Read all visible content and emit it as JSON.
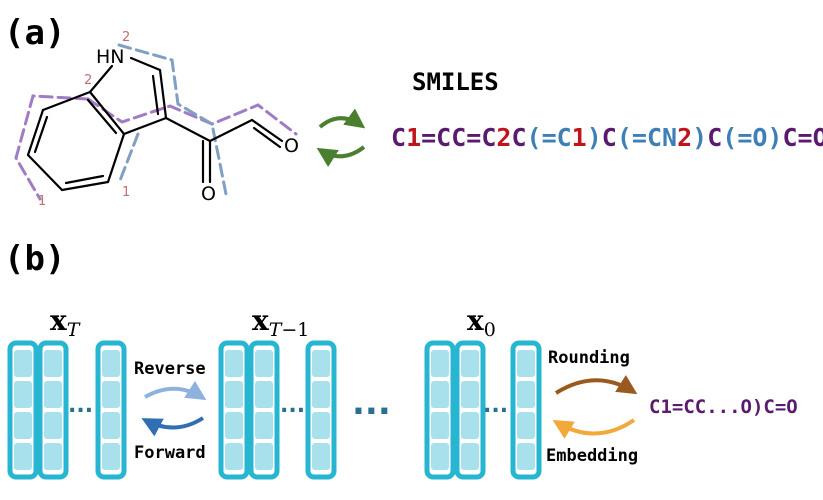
{
  "panel_a": {
    "label": "(a)",
    "atoms": {
      "nh": "HN",
      "o_ald": "O",
      "o_ket": "O"
    },
    "locants": {
      "n2_top": "2",
      "c2_left": "2",
      "c1_bottom": "1",
      "c1_right": "1"
    },
    "arrow_color": "#4a7f2f",
    "smiles_title": "SMILES",
    "smiles_tokens": [
      {
        "t": "C",
        "c": "#5a1a6e"
      },
      {
        "t": "1",
        "c": "#c0141c"
      },
      {
        "t": "=CC=C",
        "c": "#5a1a6e"
      },
      {
        "t": "2",
        "c": "#c0141c"
      },
      {
        "t": "C",
        "c": "#5a1a6e"
      },
      {
        "t": "(=C",
        "c": "#3f7fb8"
      },
      {
        "t": "1",
        "c": "#c0141c"
      },
      {
        "t": ")",
        "c": "#3f7fb8"
      },
      {
        "t": "C",
        "c": "#5a1a6e"
      },
      {
        "t": "(=CN",
        "c": "#3f7fb8"
      },
      {
        "t": "2",
        "c": "#c0141c"
      },
      {
        "t": ")",
        "c": "#3f7fb8"
      },
      {
        "t": "C",
        "c": "#5a1a6e"
      },
      {
        "t": "(=O)",
        "c": "#3f7fb8"
      },
      {
        "t": "C=O",
        "c": "#5a1a6e"
      }
    ],
    "ring_dash_purple": "#a07cc6",
    "ring_dash_blue": "#7f9fc4"
  },
  "panel_b": {
    "label": "(b)",
    "x_labels": [
      {
        "base": "x",
        "sub": "T",
        "subsub": ""
      },
      {
        "base": "x",
        "sub": "T",
        "subsub": "−1"
      },
      {
        "base": "x",
        "sub": "",
        "subsub": "0"
      }
    ],
    "reverse_label": "Reverse",
    "forward_label": "Forward",
    "rounding_label": "Rounding",
    "embedding_label": "Embedding",
    "output_smiles": "C1=CC...O)C=O",
    "output_color": "#5a1a6e",
    "colors": {
      "column_fill": "#ffffff",
      "column_stroke": "#27b6d1",
      "cell_fill": "#a8e1ec",
      "reverse_arrow": "#8eb2dd",
      "forward_arrow": "#2f6fb2",
      "rounding_arrow": "#9a5a1f",
      "embedding_arrow": "#f2a93b",
      "dots": "#2a6f8f"
    },
    "dots_small": "...",
    "dots_big": "..."
  }
}
